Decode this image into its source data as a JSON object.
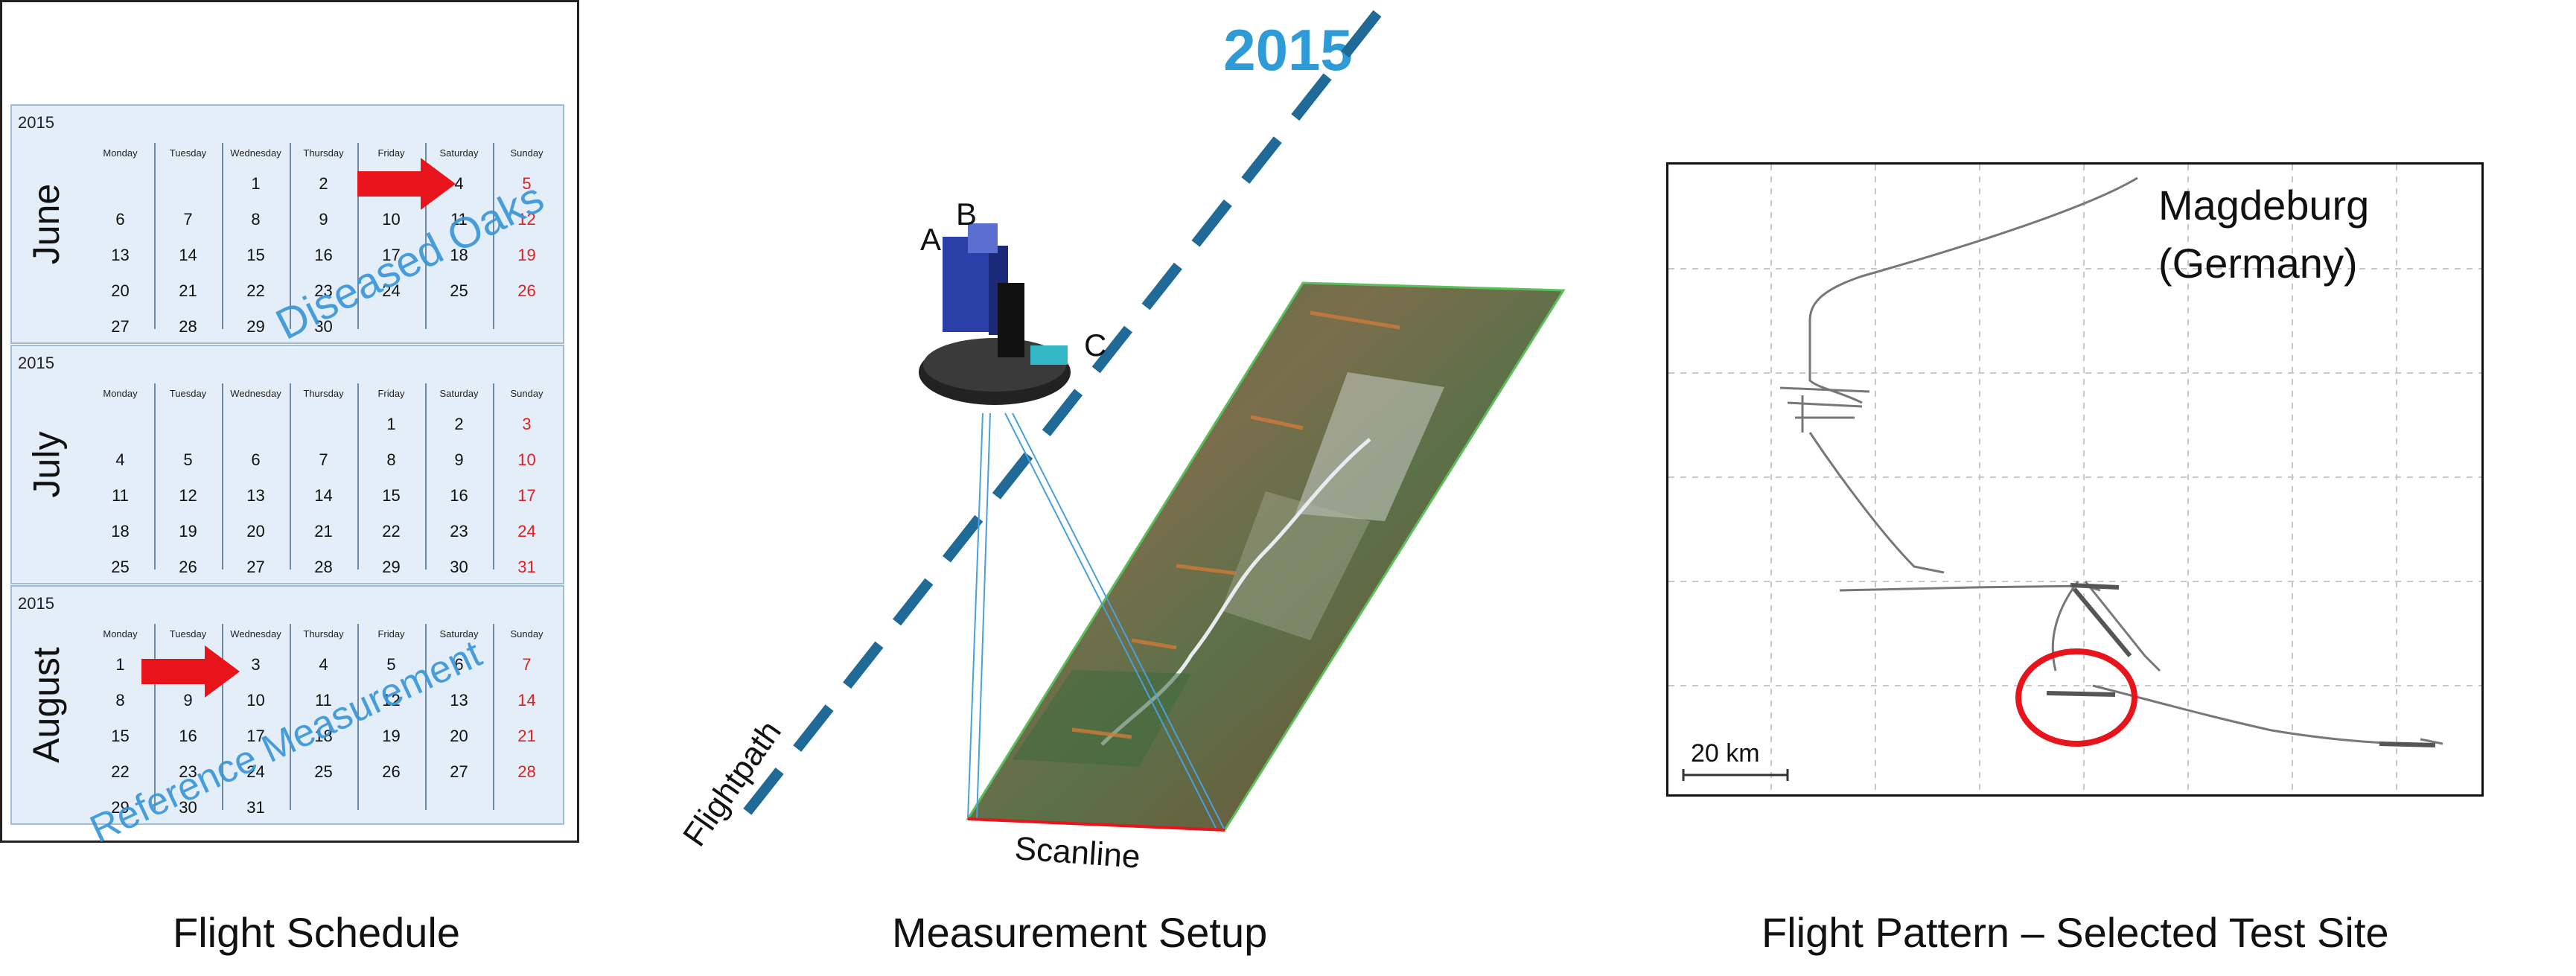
{
  "calendar": {
    "year_title": "2015",
    "weekdays": [
      "Monday",
      "Tuesday",
      "Wednesday",
      "Thursday",
      "Friday",
      "Saturday",
      "Sunday"
    ],
    "months": [
      {
        "name": "June",
        "year": "2015",
        "rows": [
          [
            "",
            "",
            "1",
            "2",
            "",
            "4",
            "5"
          ],
          [
            "6",
            "7",
            "8",
            "9",
            "10",
            "11",
            "12"
          ],
          [
            "13",
            "14",
            "15",
            "16",
            "17",
            "18",
            "19"
          ],
          [
            "20",
            "21",
            "22",
            "23",
            "24",
            "25",
            "26"
          ],
          [
            "27",
            "28",
            "29",
            "30",
            "",
            "",
            ""
          ]
        ]
      },
      {
        "name": "July",
        "year": "2015",
        "rows": [
          [
            "",
            "",
            "",
            "",
            "1",
            "2",
            "3"
          ],
          [
            "4",
            "5",
            "6",
            "7",
            "8",
            "9",
            "10"
          ],
          [
            "11",
            "12",
            "13",
            "14",
            "15",
            "16",
            "17"
          ],
          [
            "18",
            "19",
            "20",
            "21",
            "22",
            "23",
            "24"
          ],
          [
            "25",
            "26",
            "27",
            "28",
            "29",
            "30",
            "31"
          ]
        ]
      },
      {
        "name": "August",
        "year": "2015",
        "rows": [
          [
            "1",
            "",
            "3",
            "4",
            "5",
            "6",
            "7"
          ],
          [
            "8",
            "9",
            "10",
            "11",
            "12",
            "13",
            "14"
          ],
          [
            "15",
            "16",
            "17",
            "18",
            "19",
            "20",
            "21"
          ],
          [
            "22",
            "23",
            "24",
            "25",
            "26",
            "27",
            "28"
          ],
          [
            "29",
            "30",
            "31",
            "",
            "",
            "",
            ""
          ]
        ]
      }
    ],
    "overlay_june": "Diseased Oaks",
    "overlay_august": "Reference Measurement",
    "arrow_color": "#e8141b"
  },
  "setup": {
    "labels": {
      "a": "A",
      "b": "B",
      "c": "C"
    },
    "flightpath_label": "Flightpath",
    "scanline_label": "Scanline",
    "flightpath_color": "#1f6a96"
  },
  "map": {
    "city_line1": "Magdeburg",
    "city_line2": "(Germany)",
    "scale_label": "20 km",
    "highlight_color": "#e8141b"
  },
  "captions": {
    "left": "Flight Schedule",
    "middle": "Measurement Setup",
    "right": "Flight Pattern – Selected Test Site"
  }
}
